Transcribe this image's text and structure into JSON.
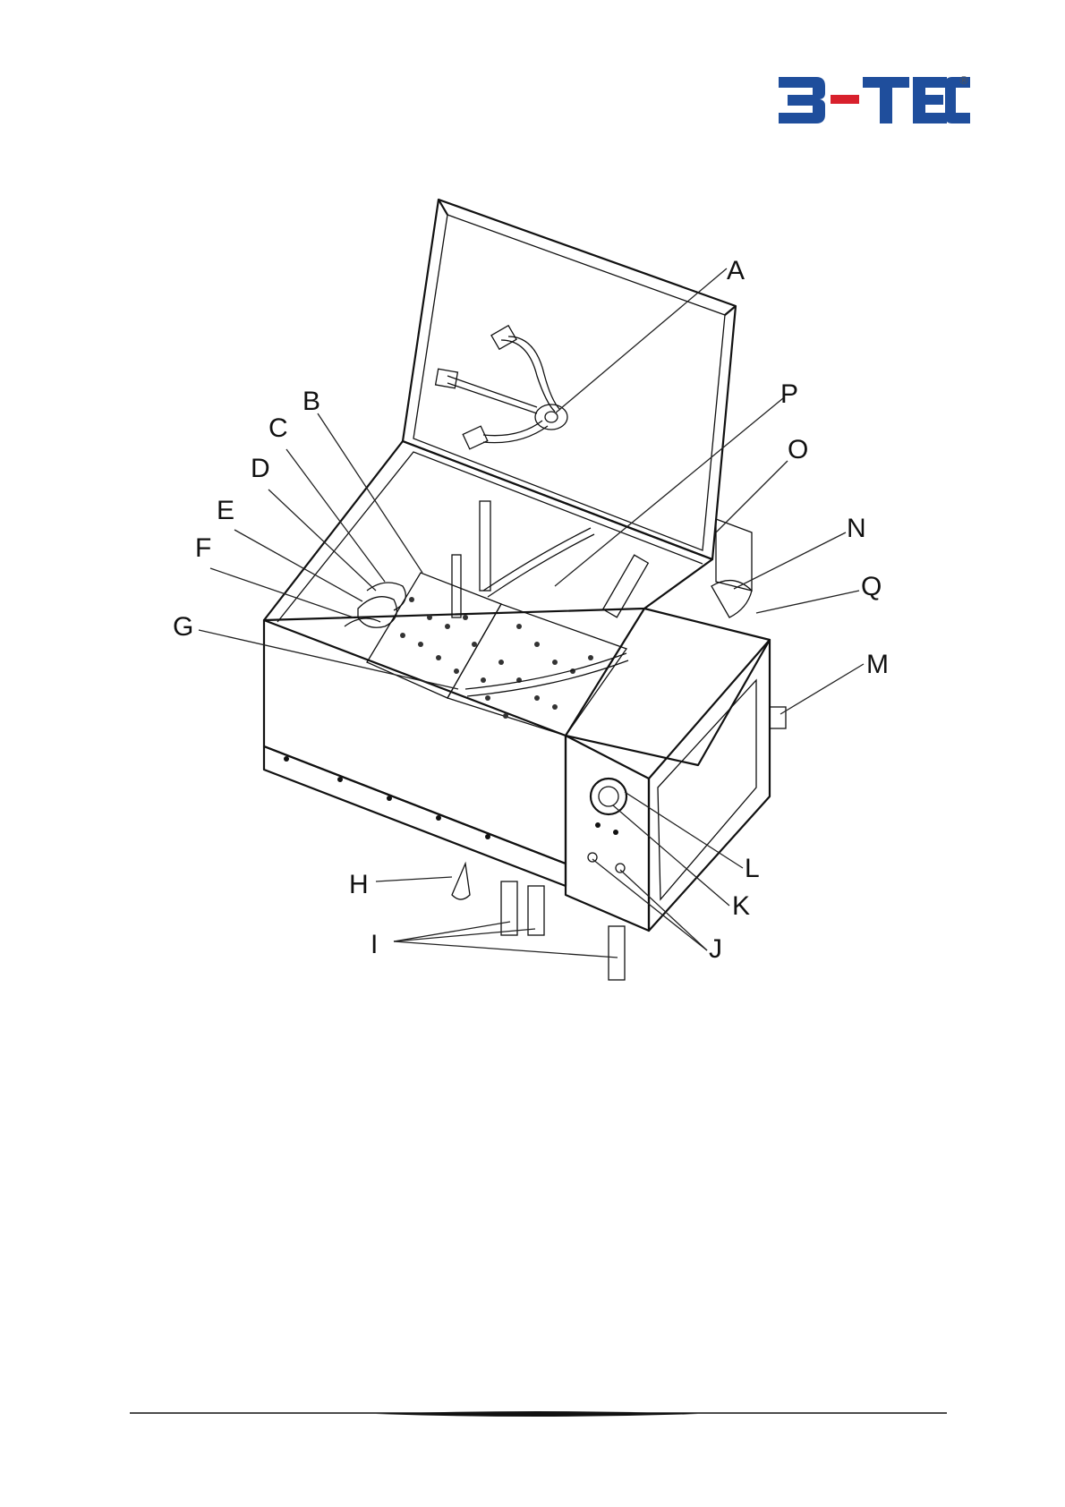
{
  "logo": {
    "text": "B-TEC",
    "registered": "®",
    "colors": {
      "blue": "#1f4e9c",
      "red": "#d8202c"
    }
  },
  "callouts": [
    "A",
    "B",
    "C",
    "D",
    "E",
    "F",
    "G",
    "H",
    "I",
    "J",
    "K",
    "L",
    "M",
    "N",
    "O",
    "P",
    "Q"
  ]
}
